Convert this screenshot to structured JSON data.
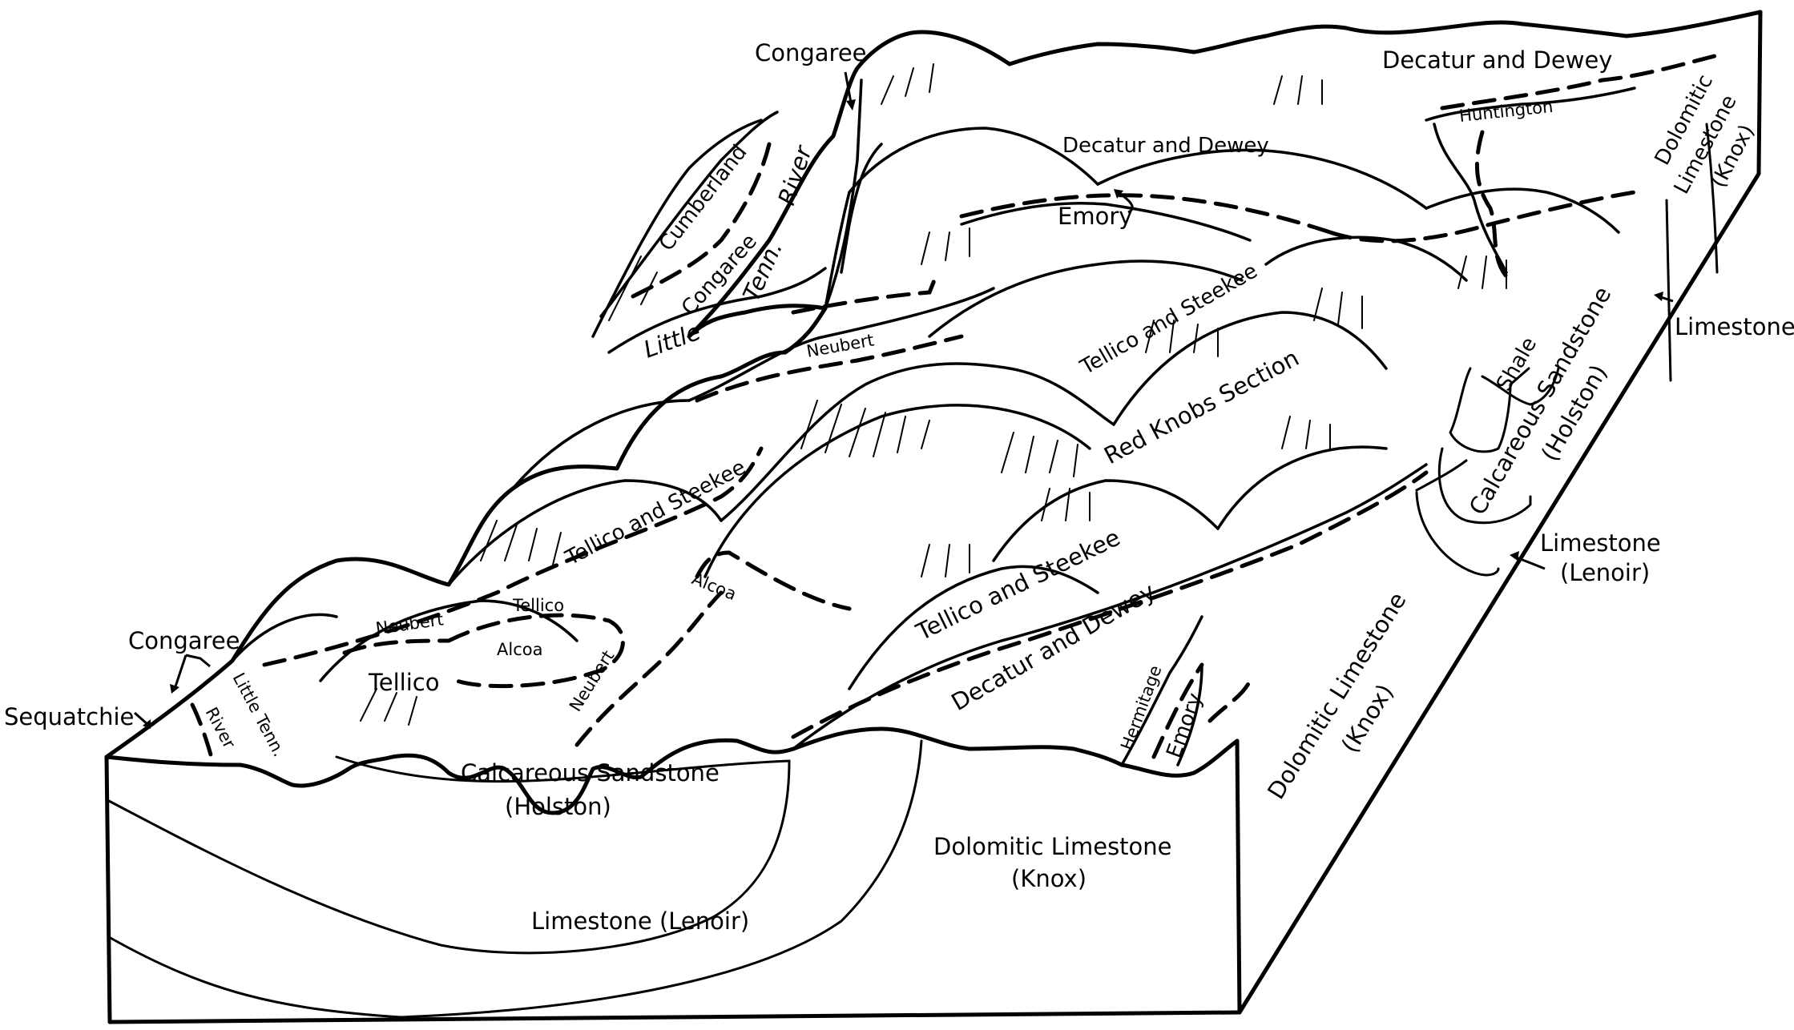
{
  "figure": {
    "title": "Geologic block diagram of the Red Knobs Section, Tennessee Valley",
    "surface_labels": {
      "congaree_top": "Congaree",
      "decatur_dewey_top_right": "Decatur and Dewey",
      "huntington": "Huntington",
      "decatur_dewey_center": "Decatur and Dewey",
      "emory_top": "Emory",
      "cumberland": "Cumberland",
      "congaree_slope": "Congaree",
      "river_upper": "River",
      "tenn_upper": "Tenn.",
      "little_upper": "Little",
      "neubert_upper": "Neubert",
      "tellico_steekee_upper": "Tellico and Steekee",
      "red_knobs_section": "Red Knobs Section",
      "tellico_steekee_left": "Tellico and Steekee",
      "tellico_small": "Tellico",
      "neubert_left": "Neubert",
      "alcoa_left": "Alcoa",
      "tellico_left": "Tellico",
      "alcoa_center": "Alcoa",
      "neubert_center": "Neubert",
      "tellico_steekee_lower": "Tellico and Steekee",
      "decatur_dewey_lower": "Decatur and Dewey",
      "hermitage": "Hermitage",
      "emory_lower": "Emory",
      "congaree_left": "Congaree",
      "sequatchie": "Sequatchie",
      "little_tenn_left": "Little Tenn.",
      "river_left": "River",
      "shale": "Shale"
    },
    "front_face_labels": {
      "calcareous_sandstone": "Calcareous Sandstone",
      "holston": "(Holston)",
      "limestone_lenoir": "Limestone (Lenoir)",
      "dolomitic_limestone": "Dolomitic Limestone",
      "knox": "(Knox)"
    },
    "side_face_labels": {
      "dolomitic_limestone_side": "Dolomitic Limestone",
      "knox_side": "(Knox)",
      "calcareous_sandstone_side": "Calcareous Sandstone",
      "holston_side": "(Holston)",
      "dolomitic_back_1": "Dolomitic",
      "dolomitic_back_2": "Limestone",
      "dolomitic_back_3": "(Knox)"
    },
    "callout_labels": {
      "limestone_right": "Limestone",
      "limestone_lenoir_right_1": "Limestone",
      "limestone_lenoir_right_2": "(Lenoir)"
    }
  }
}
